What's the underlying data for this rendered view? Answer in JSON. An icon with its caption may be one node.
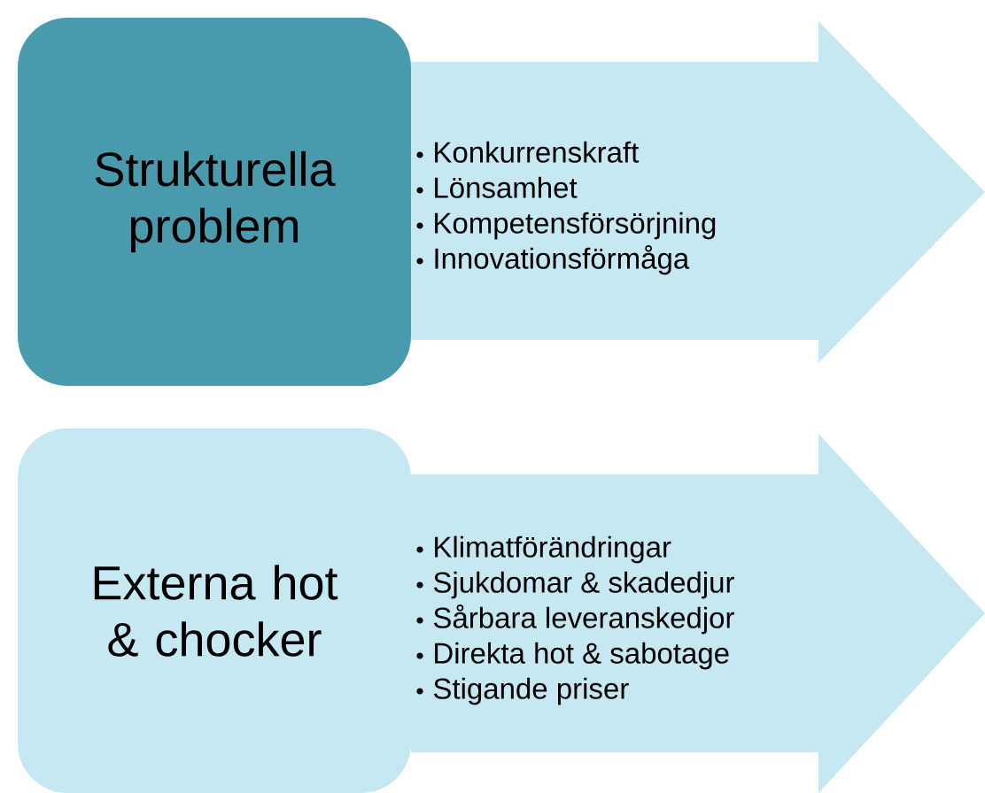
{
  "diagram": {
    "nodes": [
      {
        "text": [
          "Strukturella problem"
        ]
      },
      {
        "text": [
          "Konkurrenskraft",
          "Lönsamhet",
          "Kompetensförsörjning",
          "Innovationsförmåga"
        ]
      },
      {
        "text": [
          "Externa hot & chocker"
        ]
      },
      {
        "text": [
          "Klimatförändringar",
          "Sjukdomar & skadedjur",
          "Sårbara leveranskedjor",
          "Direkta hot & sabotage",
          "Stigande priser"
        ]
      }
    ]
  }
}
